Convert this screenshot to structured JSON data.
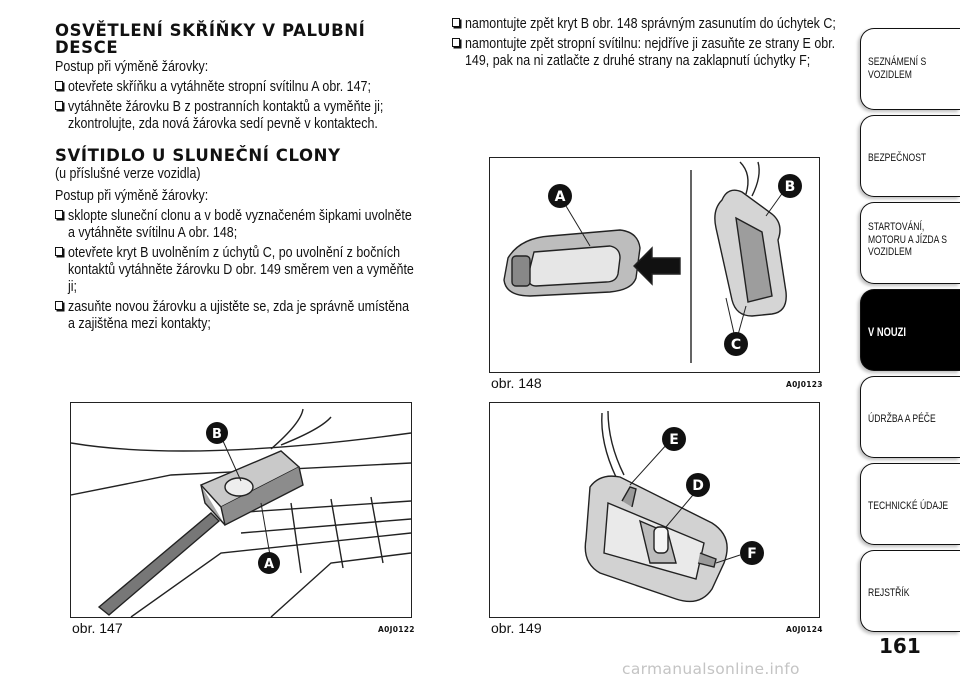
{
  "left": {
    "heading1": "OSVĚTLENÍ SKŘÍŇKY V PALUBNÍ DESCE",
    "intro1": "Postup při výměně žárovky:",
    "steps1": [
      "otevřete skříňku a vytáhněte stropní svítilnu A obr. 147;",
      "vytáhněte žárovku B z postranních kontaktů a vyměňte ji; zkontrolujte, zda nová žárovka sedí pevně v kontaktech."
    ],
    "heading2": "SVÍTIDLO U SLUNEČNÍ CLONY",
    "subheading2": "(u příslušné verze vozidla)",
    "intro2": "Postup při výměně žárovky:",
    "steps2": [
      "sklopte sluneční clonu a v bodě vyznačeném šipkami uvolněte a vytáhněte svítilnu A obr. 148;",
      "otevřete kryt B uvolněním z úchytů C, po uvolnění z bočních kontaktů vytáhněte žárovku D obr. 149 směrem ven a vyměňte ji;",
      "zasuňte novou žárovku a ujistěte se, zda je správně umístěna a zajištěna mezi kontakty;"
    ]
  },
  "middle": {
    "steps": [
      "namontujte zpět kryt B obr. 148 správným zasunutím do úchytek C;",
      "namontujte zpět stropní svítilnu: nejdříve ji zasuňte ze strany E obr. 149, pak na ni zatlačte z druhé strany na zaklapnutí úchytky F;"
    ]
  },
  "figures": {
    "fig147": {
      "caption": "obr. 147",
      "code": "A0J0122",
      "labels": [
        "B",
        "A"
      ]
    },
    "fig148": {
      "caption": "obr. 148",
      "code": "A0J0123",
      "labels": [
        "A",
        "B",
        "C"
      ]
    },
    "fig149": {
      "caption": "obr. 149",
      "code": "A0J0124",
      "labels": [
        "E",
        "D",
        "F"
      ]
    }
  },
  "tabs": [
    {
      "label": "SEZNÁMENÍ S VOZIDLEM",
      "active": false
    },
    {
      "label": "BEZPEČNOST",
      "active": false
    },
    {
      "label": "STARTOVÁNÍ, MOTORU A JÍZDA S VOZIDLEM",
      "active": false
    },
    {
      "label": "V NOUZI",
      "active": true
    },
    {
      "label": "ÚDRŽBA A PÉČE",
      "active": false
    },
    {
      "label": "TECHNICKÉ ÚDAJE",
      "active": false
    },
    {
      "label": "REJSTŘÍK",
      "active": false
    }
  ],
  "page_number": "161",
  "watermark": "carmanualsonline.info",
  "colors": {
    "text": "#111111",
    "active_tab": "#000000",
    "watermark": "#c4c4c4"
  }
}
